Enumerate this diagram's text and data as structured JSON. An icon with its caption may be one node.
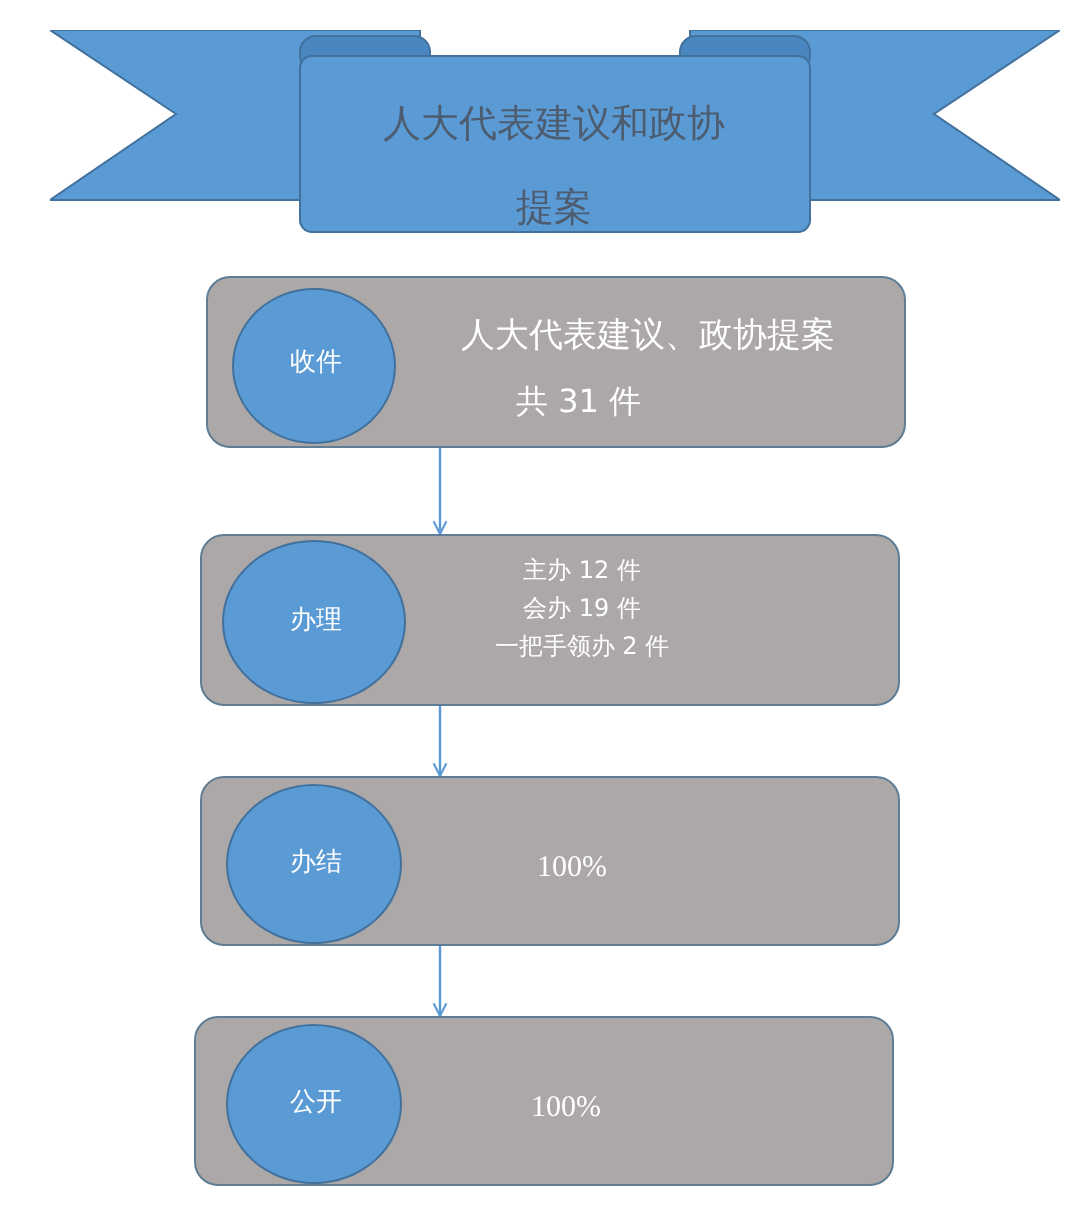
{
  "diagram": {
    "nodes": [
      {
        "text": [
          "人大代表建议和政协提案"
        ]
      },
      {
        "text": [
          "人大代表建议、政协提案",
          "共 31 件"
        ]
      },
      {
        "text": [
          "收件"
        ],
        "in": 1
      },
      {
        "text": [
          "主办 12 件",
          "会办 19 件",
          "一把手领办 2 件"
        ]
      },
      {
        "text": [
          "办理"
        ],
        "in": 3
      },
      {
        "text": [
          "100%"
        ]
      },
      {
        "text": [
          "办结"
        ],
        "in": 5
      },
      {
        "text": [
          "100%"
        ]
      },
      {
        "text": [
          "公开"
        ],
        "in": 7
      }
    ],
    "edges": [
      {
        "from": 1,
        "to": 3,
        "arrow": "to"
      },
      {
        "from": 3,
        "to": 5,
        "arrow": "to"
      },
      {
        "from": 5,
        "to": 7,
        "arrow": "to"
      }
    ]
  }
}
